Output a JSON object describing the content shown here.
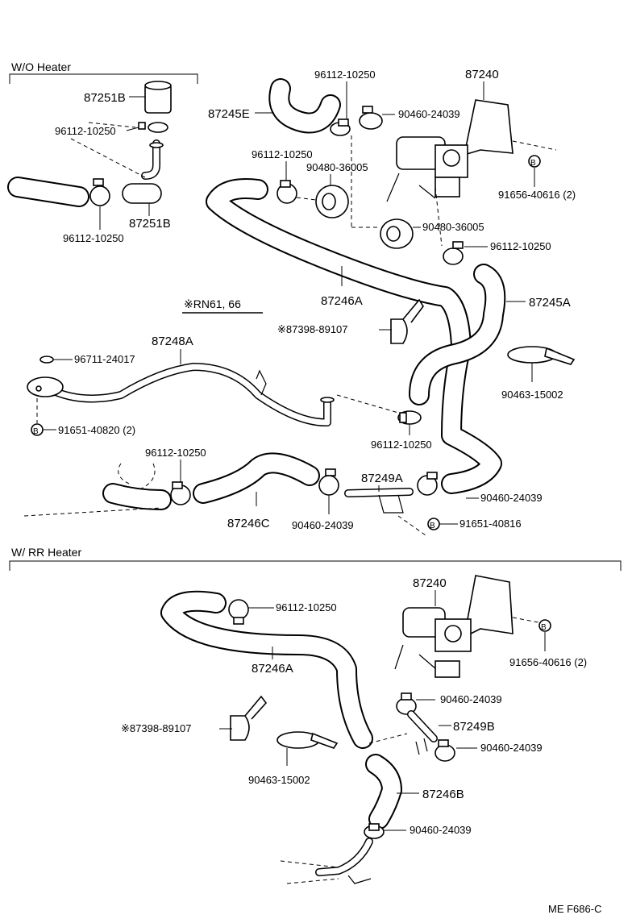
{
  "sections": {
    "wo_heater": "W/O Heater",
    "rn_models": "※RN61, 66",
    "w_rr_heater": "W/ RR Heater"
  },
  "labels": {
    "p87251B": "87251B",
    "p96112_a": "96112-10250",
    "p96112_b": "96112-10250",
    "p87251B_2": "87251B",
    "p96112_top": "96112-10250",
    "p87245E": "87245E",
    "p87240_top": "87240",
    "p90460_top": "90460-24039",
    "p96112_mid": "96112-10250",
    "p90480_a": "90480-36005",
    "pB_91656_top": "91656-40616 (2)",
    "p90480_b": "90480-36005",
    "p96112_right": "96112-10250",
    "p87246A_top": "87246A",
    "p87245A": "87245A",
    "p87398_top": "※87398-89107",
    "p87248A": "87248A",
    "p96711": "96711-24017",
    "p90463_top": "90463-15002",
    "p91651_40820": "91651-40820 (2)",
    "p96112_low": "96112-10250",
    "p96112_bl": "96112-10250",
    "p87249A": "87249A",
    "p90460_mid": "90460-24039",
    "p87246C": "87246C",
    "p90460_low": "90460-24039",
    "p91651_40816": "91651-40816",
    "p87240_bot": "87240",
    "p96112_rr": "96112-10250",
    "p87246A_bot": "87246A",
    "pB_91656_bot": "91656-40616 (2)",
    "p90460_rr1": "90460-24039",
    "p87249B": "87249B",
    "p87398_bot": "※87398-89107",
    "p90460_rr2": "90460-24039",
    "p90463_bot": "90463-15002",
    "p87246B": "87246B",
    "p90460_rr3": "90460-24039"
  },
  "bolt_marker": "B",
  "footer": "ME  F686-C"
}
